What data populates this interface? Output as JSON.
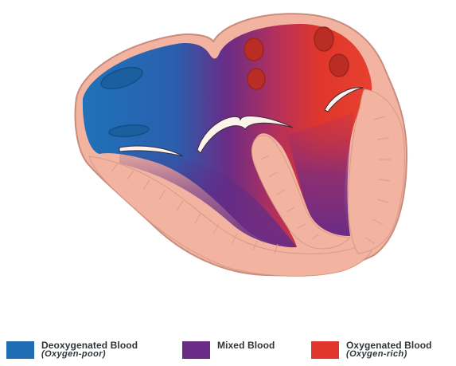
{
  "legend": {
    "items": [
      {
        "label": "Deoxygenated Blood",
        "sublabel": "(Oxygen-poor)",
        "color": "#1f6db3"
      },
      {
        "label": "Mixed Blood",
        "sublabel": "",
        "color": "#6a2c86"
      },
      {
        "label": "Oxygenated Blood",
        "sublabel": "(Oxygen-rich)",
        "color": "#e0362b"
      }
    ]
  },
  "colors": {
    "muscle": "#f2b4a0",
    "muscle_outline": "#c98c7c",
    "deoxygenated": "#1f6db3",
    "mixed": "#6a2c86",
    "oxygenated": "#e0362b",
    "valve": "#fdf3ea"
  }
}
